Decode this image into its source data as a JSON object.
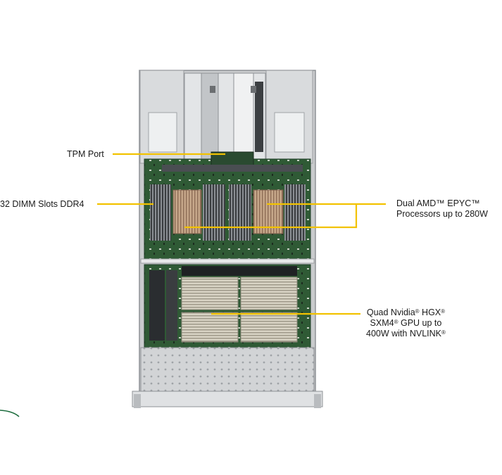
{
  "callouts": {
    "tpm": "TPM Port",
    "dimm": "32 DIMM Slots DDR4",
    "cpu_line1": "Dual AMD™ EPYC™",
    "cpu_line2": "Processors up to 280W",
    "gpu_line1_a": "Quad Nvidia",
    "gpu_line1_b": " HGX",
    "gpu_line2_a": "SXM4",
    "gpu_line2_b": " GPU up to",
    "gpu_line3_a": "400W with NVLINK",
    "registered_mark": "®"
  },
  "colors": {
    "callout_line": "#f2c200",
    "chassis": "#c9cbcd",
    "motherboard": "#2f5a35"
  }
}
